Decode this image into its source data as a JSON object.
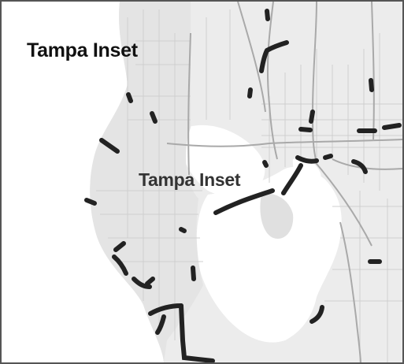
{
  "map": {
    "title": "Tampa Inset",
    "center_label": "Tampa Inset",
    "colors": {
      "water": "#ffffff",
      "land": "#ececec",
      "roads_minor": "#c8c8c8",
      "roads_major": "#a9a9a9",
      "highlight_segments": "#222222",
      "frame": "#555555"
    },
    "icons": [
      "highlighted-road-segment"
    ]
  }
}
